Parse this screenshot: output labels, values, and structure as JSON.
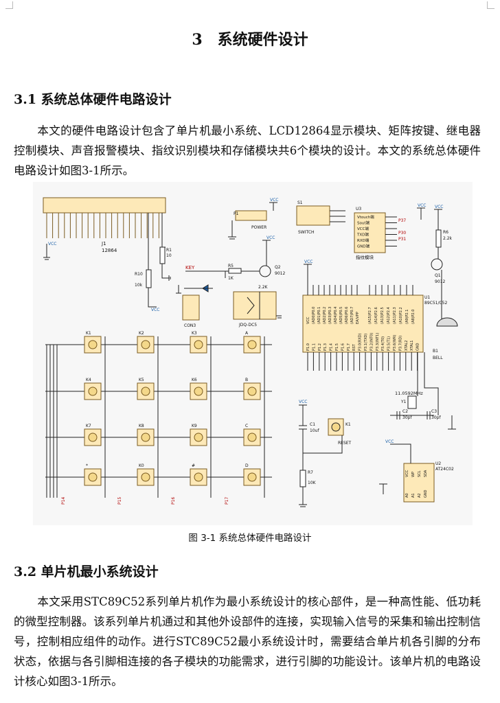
{
  "chapter": {
    "number": "3",
    "title": "系统硬件设计"
  },
  "section1": {
    "heading": "3.1 系统总体硬件电路设计",
    "paragraph": "本文的硬件电路设计包含了单片机最小系统、LCD12864显示模块、矩阵按键、继电器控制模块、声音报警模块、指纹识别模块和存储模块共6个模块的设计。本文的系统总体硬件电路设计如图3-1所示。"
  },
  "figure": {
    "caption": "图 3-1  系统总体硬件电路设计",
    "labels": {
      "j1": "J1",
      "j1_part": "12864",
      "vcc": "VCC",
      "r1": "R1",
      "r1_val": "10",
      "r10": "R10",
      "r10_val": "10k",
      "p1": "P1",
      "power": "POWER",
      "s1": "S1",
      "switch": "SWITCH",
      "u3": "U3",
      "fp_title": "指纹模块",
      "p37": "P37",
      "p30": "P30",
      "p31": "P31",
      "r6": "R6",
      "r6_val": "2.2k",
      "q1": "Q1",
      "q1_part": "9012",
      "key": "KEY",
      "r5": "R5",
      "r5_val": "1K",
      "q2": "Q2",
      "q2_part": "9012",
      "r_relay": "2.2K",
      "con3": "CON3",
      "jdq": "JDQ-DC5",
      "u1": "U1",
      "mcu": "89C51/C52",
      "b1": "B1",
      "bell": "BELL",
      "crystal": "11.0592MHz",
      "y1": "Y1",
      "c2": "C2",
      "c2_val": "30pf",
      "c3": "C3",
      "c3_val": "30pf",
      "c1": "C1",
      "c1_val": "10uf",
      "k1": "K1",
      "reset": "RESET",
      "r7": "R7",
      "r7_val": "10K",
      "u2": "U2",
      "eeprom": "AT24C02",
      "p14": "P14",
      "p15": "P15",
      "p16": "P16",
      "p17": "P17"
    },
    "fp_pins": [
      "Vtouch端",
      "Sout端",
      "VCC端",
      "TXD端",
      "RXD端",
      "GND端"
    ],
    "mcu_left_pins": [
      "VCC",
      "(AD0)P0.0",
      "(AD1)P0.1",
      "(AD2)P0.2",
      "(AD3)P0.3",
      "(AD4)P0.4",
      "(AD5)P0.5",
      "(AD6)P0.6",
      "(AD7)P0.7",
      "EA/VPP"
    ],
    "mcu_right_pins": [
      "(A15)P2.7",
      "(A14)P2.6",
      "(A13)P2.5",
      "(A12)P2.4",
      "(A11)P2.3",
      "(A10)P2.2",
      "(A9)P2.1",
      "(A8)P2.0"
    ],
    "mcu_bottom_pins": [
      "P1.0",
      "P1.1",
      "P1.2",
      "P1.3",
      "P1.4",
      "P1.5",
      "P1.6",
      "P1.7",
      "RST",
      "P3.0(RXD)",
      "P3.1(TXD)",
      "P3.2(INT0)",
      "P3.3(INT1)",
      "P3.4(T0)",
      "P3.5(T1)",
      "P3.6(WR)",
      "P3.7(RD)",
      "XTAL2",
      "XTAL1",
      "GND"
    ],
    "eeprom_pins": [
      "VCC",
      "WP",
      "SCL",
      "SDA",
      "A0",
      "A1",
      "A2",
      "GND"
    ],
    "keys": [
      "K1",
      "K2",
      "K3",
      "A",
      "K4",
      "K5",
      "K6",
      "B",
      "K7",
      "K8",
      "K9",
      "C",
      "*",
      "K0",
      "#",
      "D"
    ]
  },
  "section2": {
    "heading": "3.2 单片机最小系统设计",
    "paragraph": "本文采用STC89C52系列单片机作为最小系统设计的核心部件，是一种高性能、低功耗的微型控制器。该系列单片机通过和其他外设部件的连接，实现输入信号的采集和输出控制信号，控制相应组件的动作。进行STC89C52最小系统设计时，需要结合单片机各引脚的分布状态，依据与各引脚相连接的各子模块的功能需求，进行引脚的功能设计。该单片机的电路设计核心如图3-1所示。"
  }
}
